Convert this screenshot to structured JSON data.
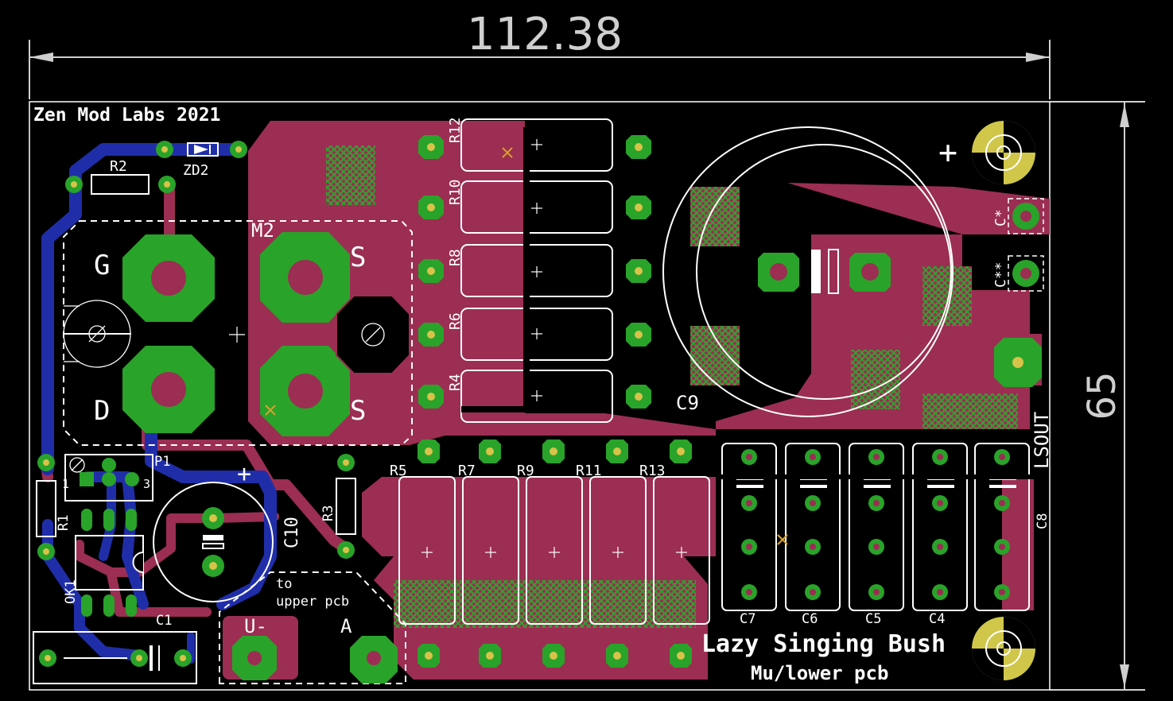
{
  "dimensions": {
    "width_label": "112.38",
    "height_label": "65"
  },
  "board": {
    "title": "Zen Mod Labs 2021",
    "name": "Lazy Singing Bush",
    "subtitle": "Mu/lower pcb"
  },
  "labels": {
    "mosfet": "M2",
    "gate": "G",
    "drain": "D",
    "source1": "S",
    "source2": "S",
    "zener": "ZD2",
    "r2": "R2",
    "r1": "R1",
    "r3": "R3",
    "r4": "R4",
    "r5": "R5",
    "r6": "R6",
    "r7": "R7",
    "r8": "R8",
    "r9": "R9",
    "r10": "R10",
    "r11": "R11",
    "r12": "R12",
    "r13": "R13",
    "p1": "P1",
    "p1_pin1": "1",
    "p1_pin3": "3",
    "ok1": "OK1",
    "c1": "C1",
    "c4": "C4",
    "c5": "C5",
    "c6": "C6",
    "c7": "C7",
    "c8": "C8",
    "c9": "C9",
    "c10": "C10",
    "cstar1": "C*",
    "cstar2": "C**",
    "lsout": "LSOUT",
    "plus_top": "+",
    "to_upper": "to",
    "upper_pcb": "upper pcb",
    "pad_a": "A",
    "pad_u": "U-"
  },
  "colors": {
    "background": "#000000",
    "top_copper": "#9b2e52",
    "bottom_copper": "#1f2ea8",
    "pad": "#29a329",
    "silkscreen": "#ffffff",
    "drill_mark": "#d8c34a"
  }
}
